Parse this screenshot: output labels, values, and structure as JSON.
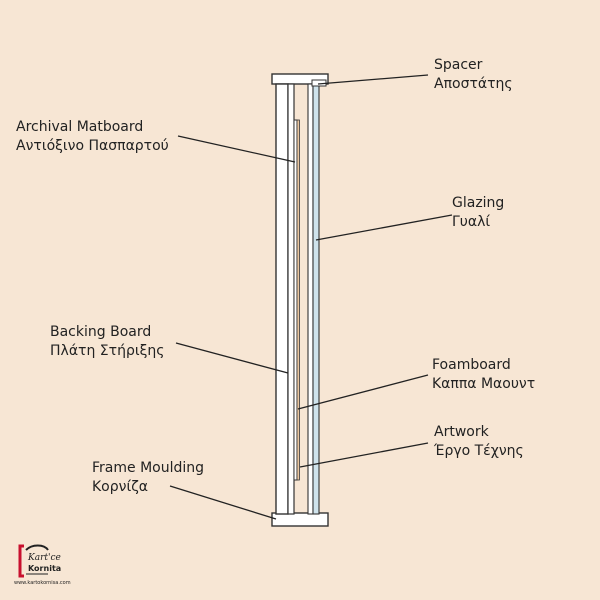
{
  "labels": {
    "spacer": {
      "en": "Spacer",
      "el": "Αποστάτης"
    },
    "matboard": {
      "en": "Archival Matboard",
      "el": "Αντιόξινο Πασπαρτού"
    },
    "glazing": {
      "en": "Glazing",
      "el": "Γυαλί"
    },
    "backing": {
      "en": "Backing Board",
      "el": "Πλάτη Στήριξης"
    },
    "foamboard": {
      "en": "Foamboard",
      "el": "Καππα Μαουντ"
    },
    "artwork": {
      "en": "Artwork",
      "el": "Έργο Τέχνης"
    },
    "moulding": {
      "en": "Frame Moulding",
      "el": "Κορνίζα"
    }
  },
  "logo": {
    "text": "Kart'ce Kornita",
    "url": "www.kartokornisa.com"
  },
  "colors": {
    "background": "#f7e6d4",
    "frame": "#ffffff",
    "outline": "#333333",
    "glazing": "#cfe3ec",
    "matboard": "#e9c6a0",
    "logo_red": "#c8102e"
  }
}
